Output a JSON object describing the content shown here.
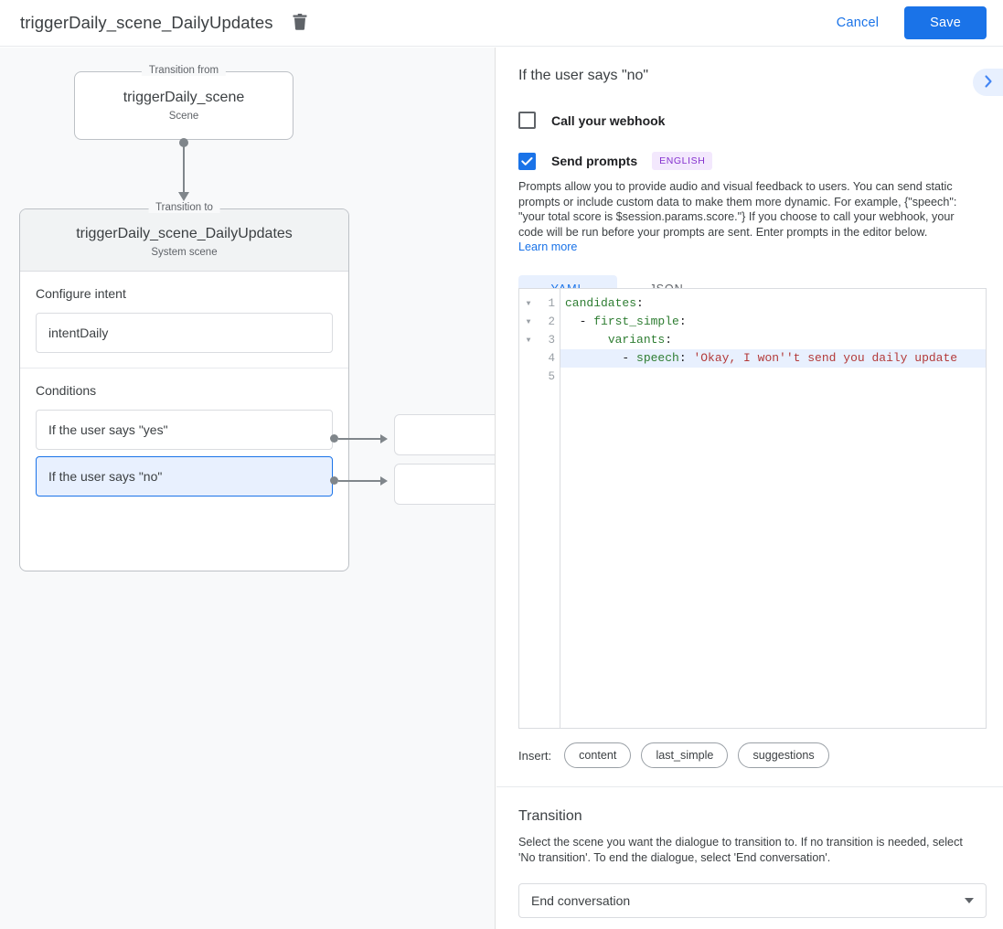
{
  "topbar": {
    "title": "triggerDaily_scene_DailyUpdates",
    "delete_icon": "trash-icon",
    "cancel_label": "Cancel",
    "save_label": "Save",
    "save_bg": "#1a73e8",
    "link_color": "#1a73e8"
  },
  "graph": {
    "transition_from": {
      "legend": "Transition from",
      "title": "triggerDaily_scene",
      "subtitle": "Scene"
    },
    "transition_to": {
      "legend": "Transition to",
      "title": "triggerDaily_scene_DailyUpdates",
      "subtitle": "System scene"
    },
    "intent_section": {
      "label": "Configure intent",
      "value": "intentDaily"
    },
    "conditions_section": {
      "label": "Conditions",
      "items": [
        {
          "text": "If the user says \"yes\"",
          "selected": false
        },
        {
          "text": "If the user says \"no\"",
          "selected": true
        }
      ]
    },
    "target_boxes": [
      {
        "text": ""
      },
      {
        "text": ""
      }
    ],
    "selected_border_color": "#1a73e8",
    "selected_bg_color": "#e8f0fe"
  },
  "right_panel": {
    "title": "If the user says \"no\"",
    "expand_icon": "chevron-right-icon",
    "webhook": {
      "label": "Call your webhook",
      "checked": false
    },
    "prompts": {
      "label": "Send prompts",
      "checked": true,
      "language_badge": "ENGLISH",
      "description": "Prompts allow you to provide audio and visual feedback to users. You can send static prompts or include custom data to make them more dynamic. For example, {\"speech\": \"your total score is $session.params.score.\"} If you choose to call your webhook, your code will be run before your prompts are sent. Enter prompts in the editor below. ",
      "learn_more": "Learn more"
    },
    "format_tabs": [
      {
        "label": "YAML",
        "active": true
      },
      {
        "label": "JSON",
        "active": false
      }
    ],
    "editor": {
      "lines": [
        {
          "num": "1",
          "fold": "▼",
          "highlighted": false,
          "tokens": [
            {
              "text": "candidates",
              "cls": "tok-key"
            },
            {
              "text": ":",
              "cls": "tok-plain"
            }
          ]
        },
        {
          "num": "2",
          "fold": "▼",
          "highlighted": false,
          "tokens": [
            {
              "text": "  - ",
              "cls": "tok-plain"
            },
            {
              "text": "first_simple",
              "cls": "tok-key"
            },
            {
              "text": ":",
              "cls": "tok-plain"
            }
          ]
        },
        {
          "num": "3",
          "fold": "▼",
          "highlighted": false,
          "tokens": [
            {
              "text": "      ",
              "cls": "tok-plain"
            },
            {
              "text": "variants",
              "cls": "tok-key"
            },
            {
              "text": ":",
              "cls": "tok-plain"
            }
          ]
        },
        {
          "num": "4",
          "fold": "",
          "highlighted": true,
          "tokens": [
            {
              "text": "        - ",
              "cls": "tok-plain"
            },
            {
              "text": "speech",
              "cls": "tok-key"
            },
            {
              "text": ": ",
              "cls": "tok-plain"
            },
            {
              "text": "'Okay, I won''t send you daily update",
              "cls": "tok-str"
            }
          ]
        },
        {
          "num": "5",
          "fold": "",
          "highlighted": false,
          "tokens": []
        }
      ],
      "highlight_color": "#e8f0fe"
    },
    "insert": {
      "label": "Insert:",
      "chips": [
        "content",
        "last_simple",
        "suggestions"
      ]
    },
    "transition": {
      "title": "Transition",
      "description": "Select the scene you want the dialogue to transition to. If no transition is needed, select 'No transition'. To end the dialogue, select 'End conversation'.",
      "selected_value": "End conversation",
      "caret_icon": "chevron-down-icon"
    }
  }
}
